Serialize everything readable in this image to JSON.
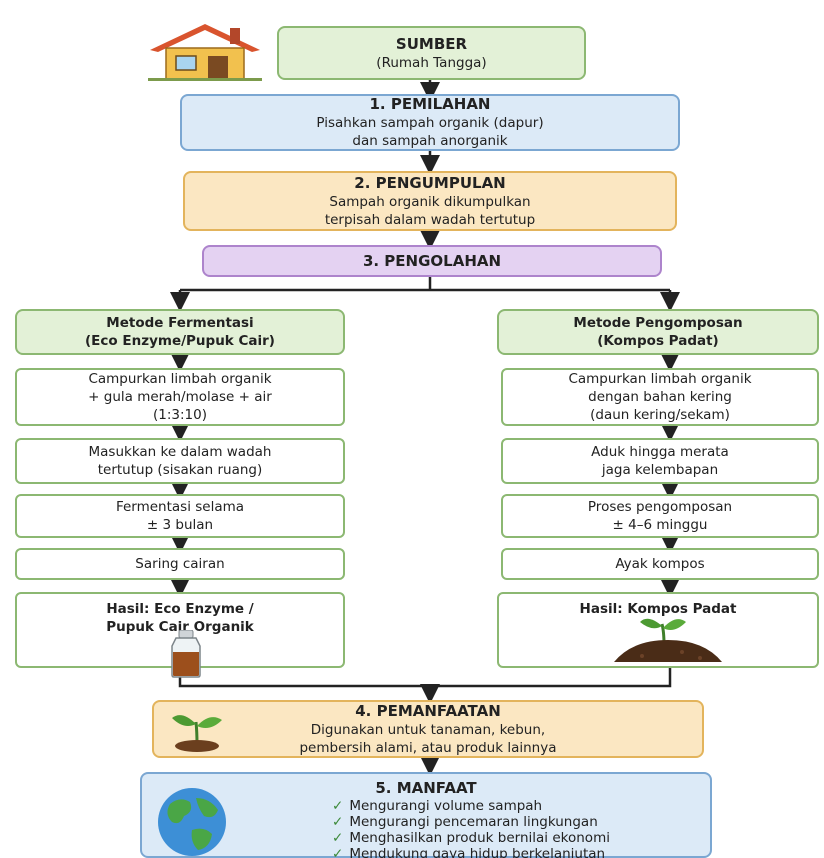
{
  "source": {
    "title": "SUMBER",
    "subtitle": "(Rumah Tangga)"
  },
  "step1": {
    "title": "1. PEMILAHAN",
    "line1": "Pisahkan sampah organik (dapur)",
    "line2": "dan sampah anorganik"
  },
  "step2": {
    "title": "2. PENGUMPULAN",
    "line1": "Sampah organik dikumpulkan",
    "line2": "terpisah dalam wadah tertutup"
  },
  "step3": {
    "title": "3. PENGOLAHAN"
  },
  "fermentation": {
    "title1": "Metode Fermentasi",
    "title2": "(Eco Enzyme/Pupuk Cair)",
    "steps": [
      {
        "l1": "Campurkan limbah organik",
        "l2": "+ gula merah/molase + air",
        "l3": "(1:3:10)"
      },
      {
        "l1": "Masukkan ke dalam wadah",
        "l2": "tertutup (sisakan ruang)"
      },
      {
        "l1": "Fermentasi selama",
        "l2": "± 3 bulan"
      },
      {
        "l1": "Saring cairan"
      }
    ],
    "result1": "Hasil: Eco Enzyme /",
    "result2": "Pupuk Cair Organik"
  },
  "composting": {
    "title1": "Metode Pengomposan",
    "title2": "(Kompos Padat)",
    "steps": [
      {
        "l1": "Campurkan limbah organik",
        "l2": "dengan bahan kering",
        "l3": "(daun kering/sekam)"
      },
      {
        "l1": "Aduk hingga merata",
        "l2": "jaga kelembapan"
      },
      {
        "l1": "Proses pengomposan",
        "l2": "± 4–6 minggu"
      },
      {
        "l1": "Ayak kompos"
      }
    ],
    "result": "Hasil: Kompos Padat"
  },
  "step4": {
    "title": "4. PEMANFAATAN",
    "line1": "Digunakan untuk tanaman, kebun,",
    "line2": "pembersih alami, atau produk lainnya"
  },
  "step5": {
    "title": "5. MANFAAT",
    "items": [
      "Mengurangi volume sampah",
      "Mengurangi pencemaran lingkungan",
      "Menghasilkan produk bernilai ekonomi",
      "Mendukung gaya hidup berkelanjutan"
    ]
  },
  "icons": {
    "house": "house-icon",
    "bottle": "bottle-icon",
    "soil": "soil-sprout-icon",
    "sprout": "sprout-icon",
    "globe": "globe-icon",
    "check": "check-icon"
  },
  "colors": {
    "green": "#e3f1d7",
    "blue": "#dceaf7",
    "yellow": "#fbe7c2",
    "purple": "#e4d2f2",
    "arrow": "#222222"
  }
}
